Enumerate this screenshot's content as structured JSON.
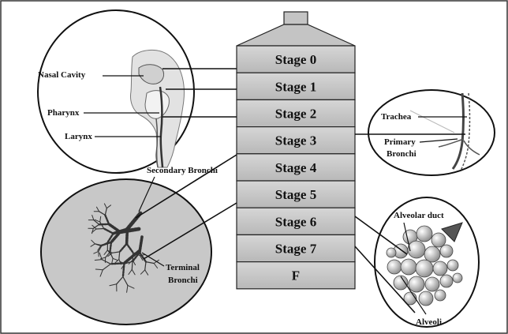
{
  "impactor": {
    "stages": [
      "Stage 0",
      "Stage 1",
      "Stage 2",
      "Stage 3",
      "Stage 4",
      "Stage 5",
      "Stage 6",
      "Stage 7",
      "F"
    ]
  },
  "regions": {
    "upper_airway": [
      "Nasal Cavity",
      "Pharynx",
      "Larynx"
    ],
    "trachea_panel": [
      "Trachea",
      "Primary",
      "Bronchi"
    ],
    "bronchi_panel": [
      "Secondary Bronchi",
      "Terminal",
      "Bronchi"
    ],
    "alveolar_panel": [
      "Alveolar duct",
      "Alveoli"
    ]
  },
  "colors": {
    "stage_fill": "#c4c4c4",
    "panel_fill": "#c8c8c8",
    "outline": "#222222"
  }
}
